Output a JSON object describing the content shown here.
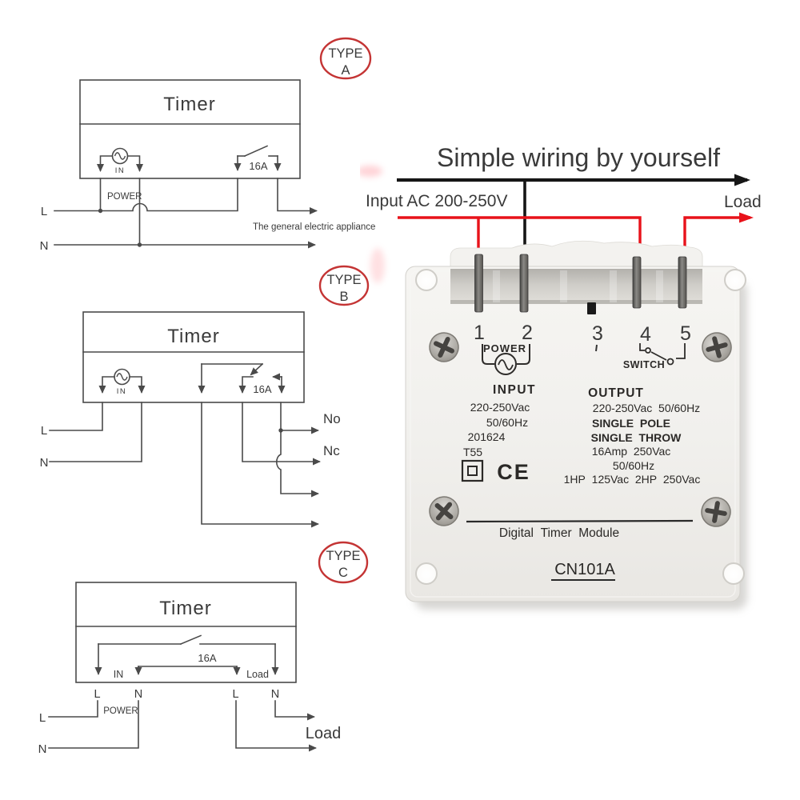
{
  "badges": {
    "a": {
      "top": "TYPE",
      "letter": "A"
    },
    "b": {
      "top": "TYPE",
      "letter": "B"
    },
    "c": {
      "top": "TYPE",
      "letter": "C"
    }
  },
  "diagram_a": {
    "timer": "Timer",
    "in": "IN",
    "amps": "16A",
    "power": "POWER",
    "l": "L",
    "n": "N",
    "appliance": "The general electric appliance"
  },
  "diagram_b": {
    "timer": "Timer",
    "in": "IN",
    "amps": "16A",
    "l": "L",
    "n": "N",
    "no": "No",
    "nc": "Nc"
  },
  "diagram_c": {
    "timer": "Timer",
    "amps": "16A",
    "in": "IN",
    "load": "Load",
    "t1": "L",
    "t2": "N",
    "t3": "L",
    "t4": "N",
    "power": "POWER",
    "l": "L",
    "n": "N",
    "load_out": "Load"
  },
  "wiring": {
    "headline": "Simple wiring by yourself",
    "input": "Input AC 200-250V",
    "load": "Load",
    "live_color": "#e8121a",
    "neutral_color": "#161616"
  },
  "module": {
    "terminals": [
      "1",
      "2",
      "3",
      "4",
      "5"
    ],
    "power": "POWER",
    "switch": "SWITCH",
    "input_heading": "INPUT",
    "input_lines": [
      "220-250Vac",
      "50/60Hz",
      "201624",
      "T55"
    ],
    "ce": "CE",
    "output_heading": "OUTPUT",
    "output_lines": [
      "220-250Vac  50/60Hz",
      "SINGLE  POLE",
      "SINGLE  THROW",
      "16Amp  250Vac",
      "50/60Hz",
      "1HP  125Vac  2HP  250Vac"
    ],
    "name": "Digital  Timer  Module",
    "model": "CN101A"
  }
}
